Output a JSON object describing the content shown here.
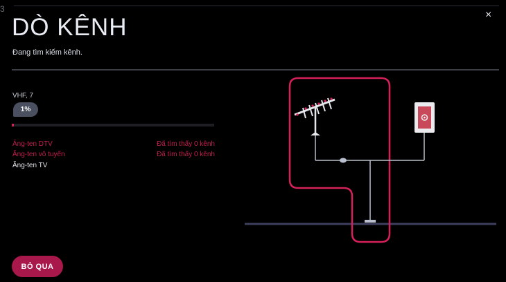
{
  "header": {
    "corner_glyph": "3",
    "title": "DÒ KÊNH",
    "close_icon_glyph": "×",
    "subtitle": "Đang tìm kiếm kênh."
  },
  "scan": {
    "channel_label": "VHF, 7",
    "progress_percent_label": "1%",
    "progress_fraction": 0.01
  },
  "antennas": [
    {
      "name": "Ăng-ten DTV",
      "status": "Đã tìm thấy 0 kênh"
    },
    {
      "name": "Ăng-ten vô tuyến",
      "status": "Đã tìm thấy 0 kênh"
    },
    {
      "name": "Ăng-ten TV",
      "status": ""
    }
  ],
  "footer": {
    "skip_label": "BỎ QUA"
  },
  "colors": {
    "accent": "#d6205a",
    "button": "#a8184a",
    "background": "#000000",
    "diagram_line": "#b9bfcc"
  },
  "icons": [
    "close-icon",
    "antenna-icon",
    "wall-socket-icon"
  ]
}
